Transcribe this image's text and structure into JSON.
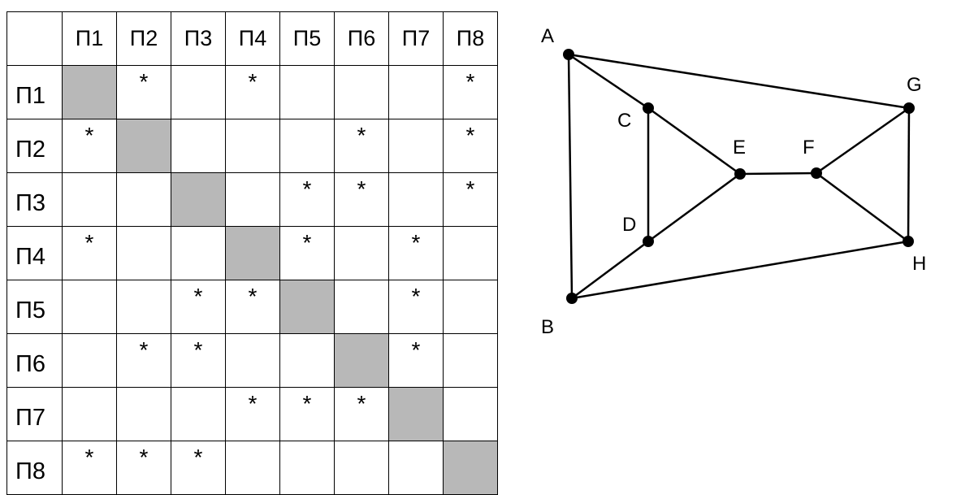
{
  "table": {
    "columns": [
      "П1",
      "П2",
      "П3",
      "П4",
      "П5",
      "П6",
      "П7",
      "П8"
    ],
    "rows": [
      {
        "label": "П1",
        "cells": [
          "",
          "*",
          "",
          "*",
          "",
          "",
          "",
          "*"
        ]
      },
      {
        "label": "П2",
        "cells": [
          "*",
          "",
          "",
          "",
          "",
          "*",
          "",
          "*"
        ]
      },
      {
        "label": "П3",
        "cells": [
          "",
          "",
          "",
          "",
          "*",
          "*",
          "",
          "*"
        ]
      },
      {
        "label": "П4",
        "cells": [
          "*",
          "",
          "",
          "",
          "*",
          "",
          "*",
          ""
        ]
      },
      {
        "label": "П5",
        "cells": [
          "",
          "",
          "*",
          "*",
          "",
          "",
          "*",
          ""
        ]
      },
      {
        "label": "П6",
        "cells": [
          "",
          "*",
          "*",
          "",
          "",
          "",
          "*",
          ""
        ]
      },
      {
        "label": "П7",
        "cells": [
          "",
          "",
          "",
          "*",
          "*",
          "*",
          "",
          ""
        ]
      },
      {
        "label": "П8",
        "cells": [
          "*",
          "*",
          "*",
          "",
          "",
          "",
          "",
          ""
        ]
      }
    ],
    "diagonal_color": "#b8b8b8"
  },
  "graph": {
    "nodes": [
      "A",
      "B",
      "C",
      "D",
      "E",
      "F",
      "G",
      "H"
    ],
    "edges": [
      [
        "A",
        "G"
      ],
      [
        "A",
        "C"
      ],
      [
        "A",
        "B"
      ],
      [
        "C",
        "D"
      ],
      [
        "C",
        "E"
      ],
      [
        "D",
        "E"
      ],
      [
        "D",
        "B"
      ],
      [
        "E",
        "F"
      ],
      [
        "F",
        "G"
      ],
      [
        "F",
        "H"
      ],
      [
        "G",
        "H"
      ],
      [
        "B",
        "H"
      ]
    ]
  }
}
